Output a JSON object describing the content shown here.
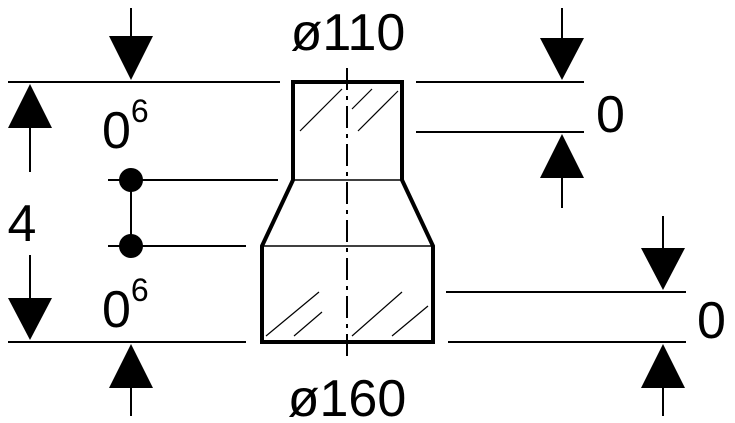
{
  "diameter_top": "ø110",
  "diameter_bottom": "ø160",
  "dim_total": "4",
  "dim_upper_left": {
    "base": "0",
    "sup": "6"
  },
  "dim_lower_left": {
    "base": "0",
    "sup": "6"
  },
  "dim_upper_right": "0",
  "dim_lower_right": "0"
}
